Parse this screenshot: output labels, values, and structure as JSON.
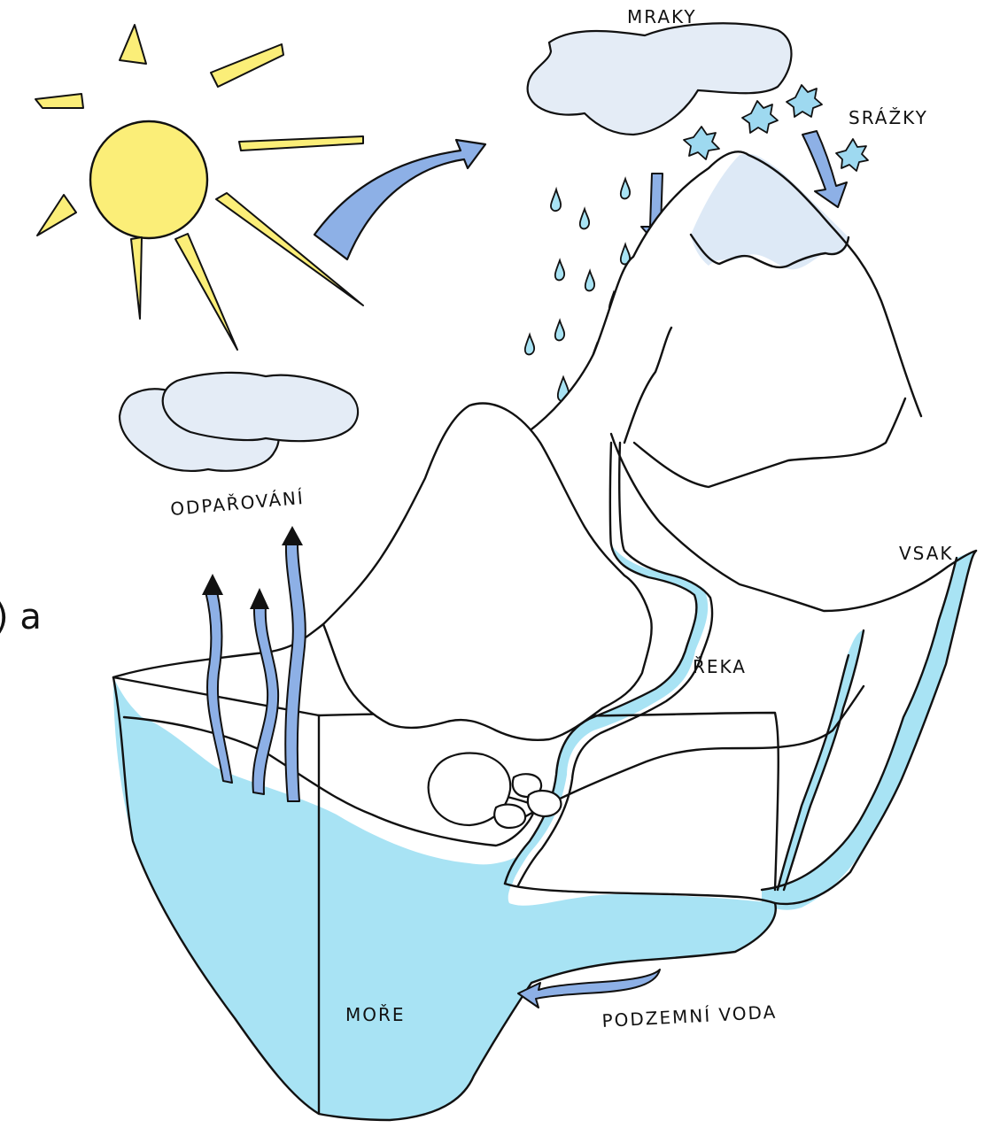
{
  "labels": {
    "clouds": "MRAKY",
    "precipitation": "SRÁŽKY",
    "evaporation": "ODPAŘOVÁNÍ",
    "infiltration": "VSAK",
    "river": "ŘEKA",
    "sea": "MOŘE",
    "groundwater": "PODZEMNÍ VODA"
  },
  "left_edge_fragment": ") a",
  "colors": {
    "sun": "#fbee78",
    "water": "#a8e3f4",
    "arrow": "#8db0e6",
    "cloud": "#e4ecf6",
    "snow": "#dde9f6",
    "snowflake": "#9ed9f0",
    "ink": "#111111"
  },
  "icons": [
    "sun-icon",
    "cloud-icon",
    "raindrop-icon",
    "snowflake-icon",
    "arrow-icon",
    "mountain-icon",
    "rock-icon"
  ]
}
